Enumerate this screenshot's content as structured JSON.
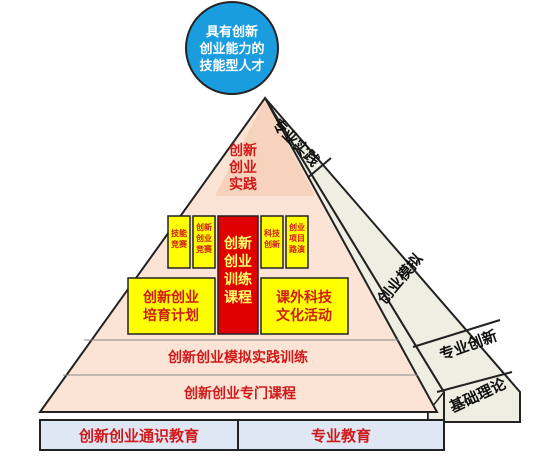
{
  "top_circle": {
    "lines": [
      "具有创新",
      "创业能力的",
      "技能型人才"
    ]
  },
  "pyramid": {
    "apex": [
      "创新",
      "创业",
      "实践"
    ],
    "small_boxes_left": [
      [
        "技能",
        "竞赛"
      ],
      [
        "创新",
        "创业",
        "竞赛"
      ]
    ],
    "small_boxes_right": [
      [
        "科技",
        "创新"
      ],
      [
        "创业",
        "项目",
        "路演"
      ]
    ],
    "center_box": [
      "创新",
      "创业",
      "训练",
      "课程"
    ],
    "left_box": [
      "创新创业",
      "培育计划"
    ],
    "right_box": [
      "课外科技",
      "文化活动"
    ],
    "band_practice": "创新创业模拟实践训练",
    "band_courses": "创新创业专门课程"
  },
  "base": {
    "left": "创新创业通识教育",
    "right": "专业教育"
  },
  "side": {
    "top": "专业实践",
    "middle": "创业模拟",
    "lower": "专业创新",
    "bottom": "基础理论"
  },
  "colors": {
    "circle": "#1a9ddf",
    "pyramid_light": "#fbe4d5",
    "pyramid_mid": "#f7d2bd",
    "side_face": "#eeeee2",
    "base": "#dfe6f4",
    "yellow_box": "#ffff00",
    "red_box": "#e00000",
    "red_text": "#d01a1a",
    "blue_text": "#1d3fa0"
  }
}
